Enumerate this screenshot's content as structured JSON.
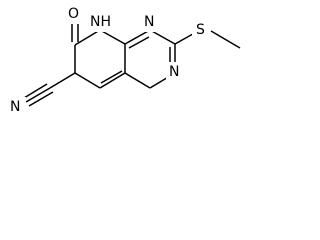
{
  "structure": {
    "bond_color": "#000000",
    "background_color": "#ffffff",
    "atoms": {
      "oxygen": "O",
      "nh": "NH",
      "n_upper": "N",
      "n_lower": "N",
      "sulfur": "S",
      "nitrile_n": "N"
    }
  }
}
